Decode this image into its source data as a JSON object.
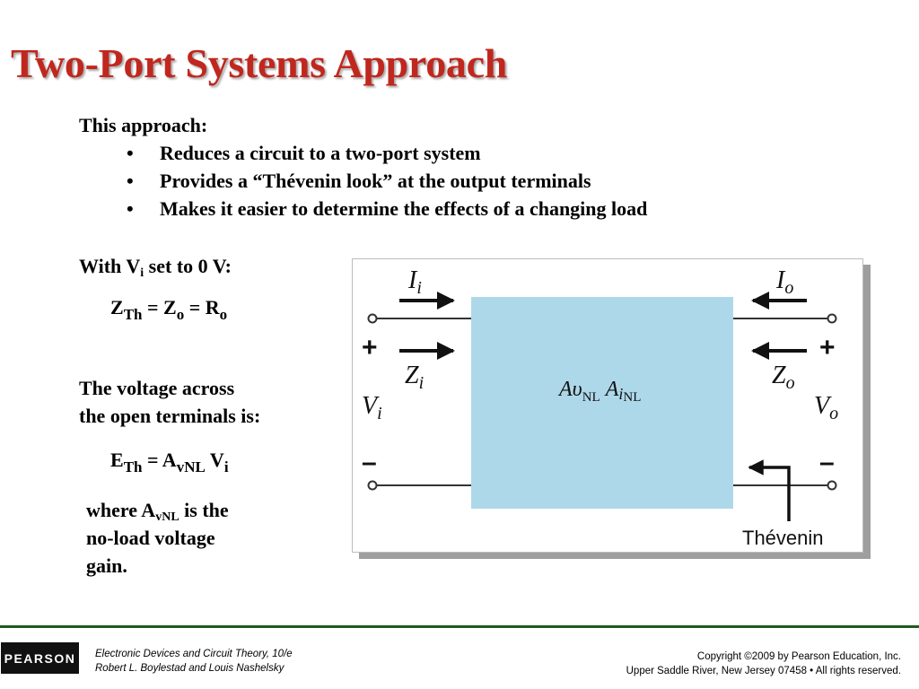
{
  "title": "Two-Port Systems Approach",
  "intro": {
    "lead": "This approach:",
    "bullets": [
      "Reduces a circuit to a two-port system",
      "Provides a “Thévenin look” at the output terminals",
      "Makes it easier to determine the effects of a changing load"
    ],
    "bullet_symbol": "•"
  },
  "with_vi": {
    "pre": "With V",
    "sub": "i",
    "post": " set to 0 V:"
  },
  "eq_zth": {
    "z": "Z",
    "th": "Th",
    "rest1": " = Z",
    "o": "o",
    "rest2": " = R",
    "o2": "o"
  },
  "voltage_text": {
    "line1": "The voltage across",
    "line2": "the open terminals is:"
  },
  "eq_eth": {
    "e": "E",
    "th": "Th",
    "rest1": " = A",
    "vnl": "vNL",
    "v": " V",
    "i": "i"
  },
  "where_text": {
    "line1_pre": "where A",
    "line1_sub": "vNL",
    "line1_post": " is the",
    "line2": "no-load voltage",
    "line3": "gain."
  },
  "diagram": {
    "Ii_main": "I",
    "Ii_sub": "i",
    "Io_main": "I",
    "Io_sub": "o",
    "Zi_main": "Z",
    "Zi_sub": "i",
    "Zo_main": "Z",
    "Zo_sub": "o",
    "Vi_main": "V",
    "Vi_sub": "i",
    "Vo_main": "V",
    "Vo_sub": "o",
    "plus": "+",
    "minus": "–",
    "gain_a1": "A",
    "gain_v": "υ",
    "gain_nl1": "NL",
    "gain_a2": "A",
    "gain_i": "i",
    "gain_nl2": "NL",
    "thevenin": "Thévenin",
    "box_color": "#add8ea"
  },
  "footer": {
    "logo": "PEARSON",
    "book": "Electronic Devices and Circuit Theory, 10/e",
    "authors": "Robert L. Boylestad and Louis Nashelsky",
    "copyright": "Copyright ©2009 by Pearson Education, Inc.",
    "address": "Upper Saddle River, New Jersey 07458 • All rights reserved."
  }
}
